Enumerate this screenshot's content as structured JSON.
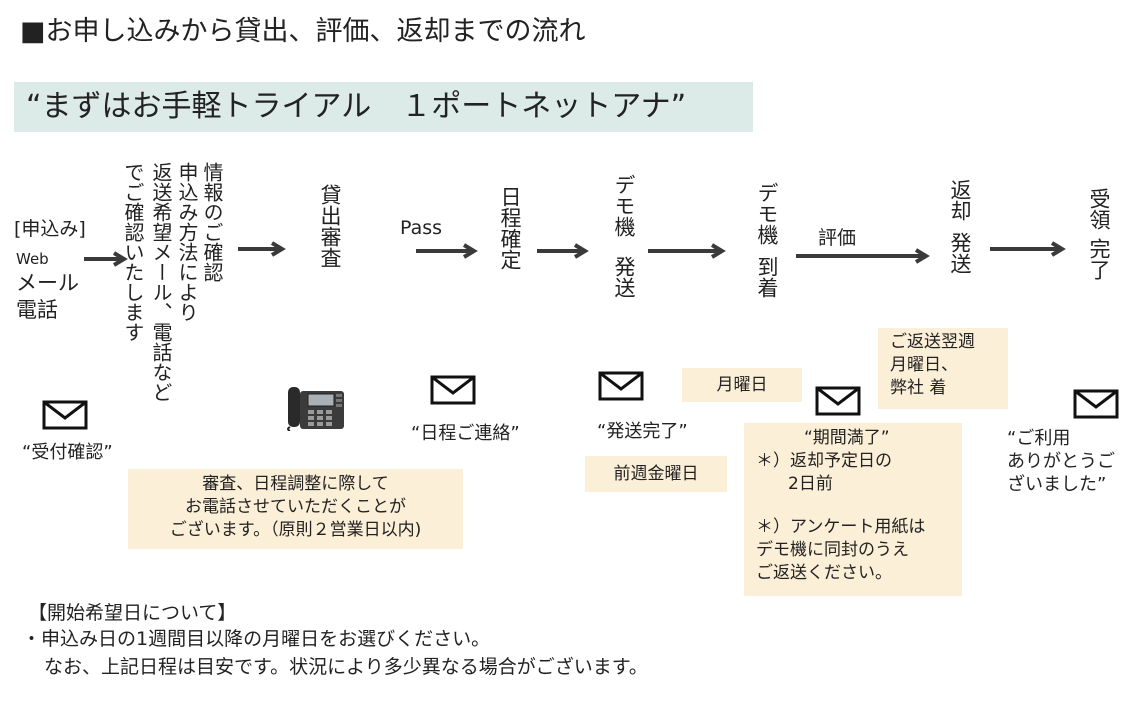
{
  "title": "■お申し込みから貸出、評価、返却までの流れ",
  "subtitle": "“まずはお手軽トライアル　１ポートネットアナ”",
  "steps": {
    "apply": {
      "label": "[申込み]",
      "web": "Web",
      "mail": "メール",
      "phone": "電話"
    },
    "info": {
      "col1": "情報のご確認",
      "col2": "申込み方法により",
      "col3": "返送希望メール、電話など",
      "col4": "でご確認いたします"
    },
    "review": "貸出審査",
    "pass": "Pass",
    "schedule": "日程確定",
    "ship_col1": "デモ機",
    "ship_col2": "発送",
    "arrive_col1": "デモ機",
    "arrive_col2": "到着",
    "evaluate": "評価",
    "return_col1": "返却",
    "return_col2": "発送",
    "receive_col1": "受領",
    "receive_col2": "完了"
  },
  "notifications": {
    "receipt": "“受付確認”",
    "schedule": "“日程ご連絡”",
    "shipped": "“発送完了”",
    "thanks_1": "“ご利用",
    "thanks_2": "ありがとうご",
    "thanks_3": "ざいました”"
  },
  "notes": {
    "review_1": "審査、日程調整に際して",
    "review_2": "お電話させていただくことが",
    "review_3": "ございます。（原則２営業日以内)",
    "prev_friday": "前週金曜日",
    "monday": "月曜日",
    "expire_1": "“期間満了”",
    "expire_2": "＊）返却予定日の",
    "expire_3": "2日前",
    "expire_4": "＊）アンケート用紙は",
    "expire_5": "デモ機に同封のうえ",
    "expire_6": "ご返送ください。",
    "return_1": "ご返送翌週",
    "return_2": "月曜日、",
    "return_3": "弊社 着"
  },
  "bottom": {
    "heading": "【開始希望日について】",
    "line1": "・申込み日の1週間目以降の月曜日をお選びください。",
    "line2": "なお、上記日程は目安です。状況により多少異なる場合がございます。"
  },
  "colors": {
    "subtitle_bg": "#dcebe7",
    "note_bg": "#fbefd8",
    "arrow": "#3a3a3a"
  },
  "icons": [
    "mail-icon",
    "telephone-icon",
    "arrow-right-icon"
  ]
}
